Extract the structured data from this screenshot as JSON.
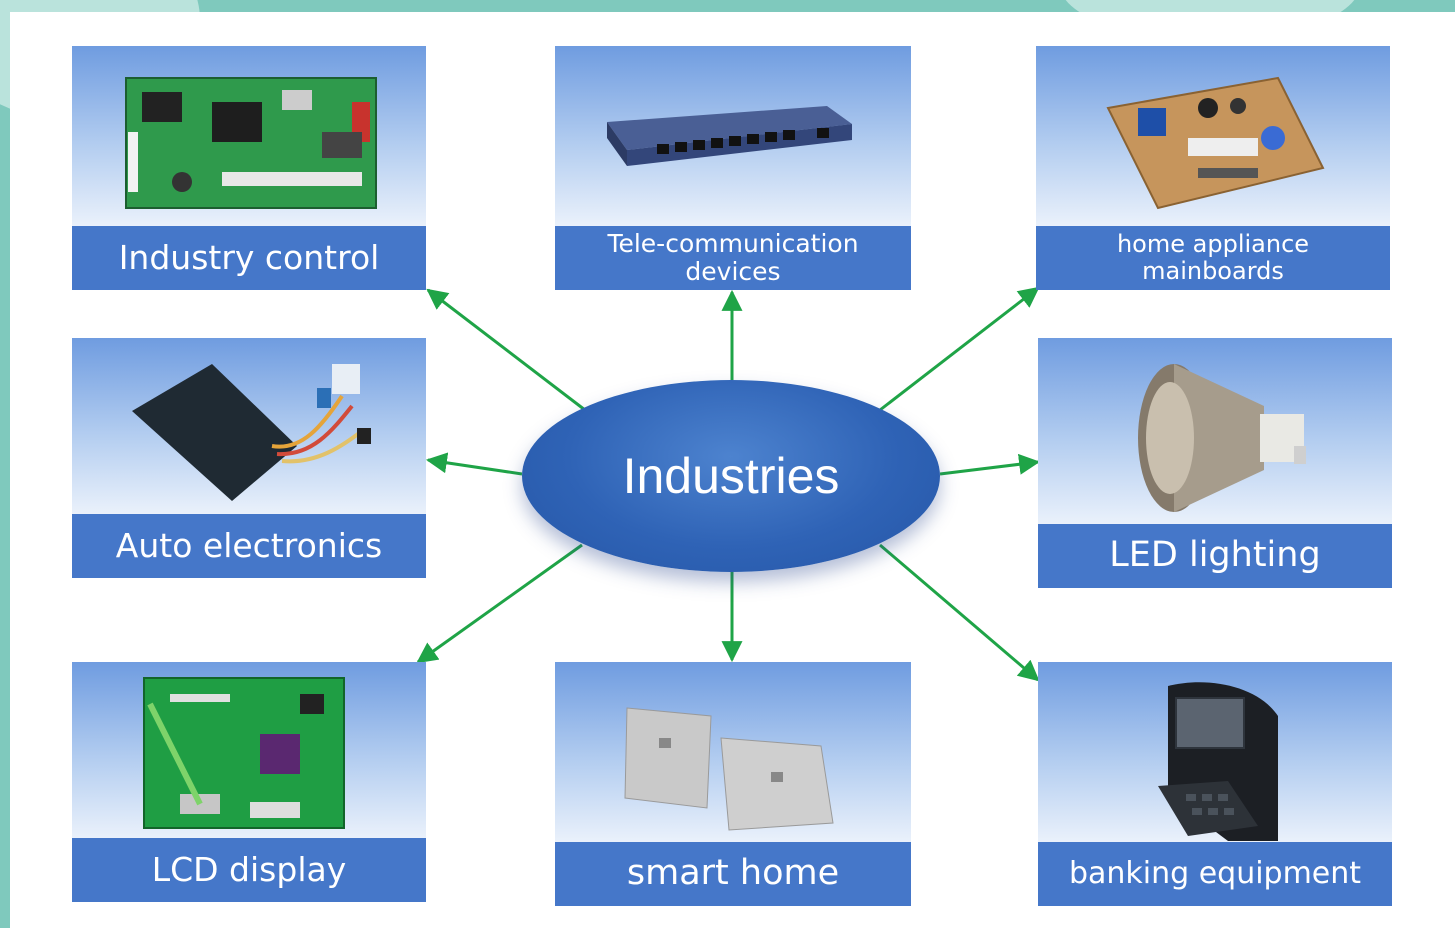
{
  "diagram": {
    "center_label": "Industries",
    "industries": [
      {
        "key": "industry-control",
        "label_lines": [
          "Industry control"
        ]
      },
      {
        "key": "telecom",
        "label_lines": [
          "Tele-communication",
          "devices"
        ]
      },
      {
        "key": "home-appliance",
        "label_lines": [
          "home appliance",
          "mainboards"
        ]
      },
      {
        "key": "auto-electronics",
        "label_lines": [
          "Auto electronics"
        ]
      },
      {
        "key": "led-lighting",
        "label_lines": [
          "LED lighting"
        ]
      },
      {
        "key": "lcd-display",
        "label_lines": [
          "LCD display"
        ]
      },
      {
        "key": "smart-home",
        "label_lines": [
          "smart home"
        ]
      },
      {
        "key": "banking",
        "label_lines": [
          "banking equipment"
        ]
      }
    ],
    "colors": {
      "label_bar": "#4577c9",
      "hub": "#2f63b6",
      "arrow": "#1fa447"
    }
  }
}
